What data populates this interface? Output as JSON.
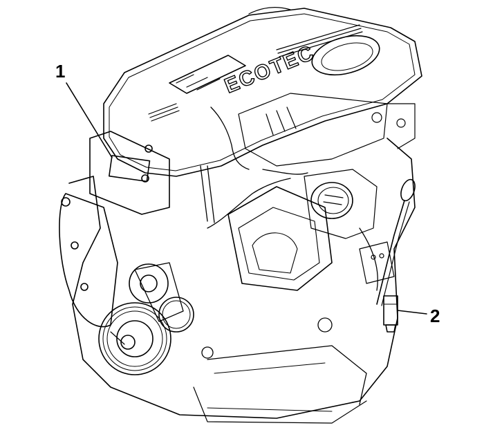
{
  "diagram": {
    "subject": "Engine assembly line drawing",
    "cover_text": "ECOTEC",
    "callouts": [
      {
        "number": "1",
        "label": "1"
      },
      {
        "number": "2",
        "label": "2"
      }
    ],
    "colors": {
      "line": "#000000",
      "background": "#ffffff"
    }
  }
}
